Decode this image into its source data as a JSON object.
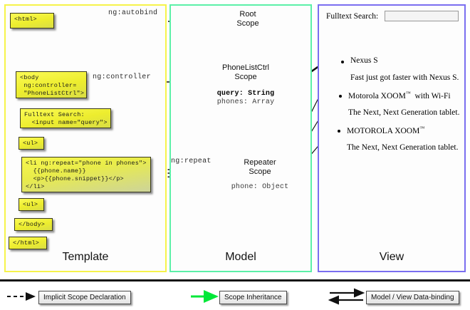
{
  "columns": [
    {
      "key": "template",
      "label": "Template",
      "border_color": "#f6f34a"
    },
    {
      "key": "model",
      "label": "Model",
      "border_color": "#5cf0a8"
    },
    {
      "key": "view",
      "label": "View",
      "border_color": "#7a6ef0"
    }
  ],
  "template": {
    "boxes": [
      {
        "name": "html-open",
        "text": "<html>"
      },
      {
        "name": "body-controller",
        "text": "<body\n ng:controller=\n \"PhoneListCtrl\">"
      },
      {
        "name": "fulltext-search",
        "text": "Fulltext Search:\n  <input name=\"query\">"
      },
      {
        "name": "ul-open",
        "text": "<ul>"
      },
      {
        "name": "li-repeat",
        "text": "<li ng:repeat=\"phone in phones\">\n  {{phone.name}}\n  <p>{{phone.snippet}}</p>\n</li>"
      },
      {
        "name": "ul-close",
        "text": "<ul>"
      },
      {
        "name": "body-close",
        "text": "</body>"
      },
      {
        "name": "html-close",
        "text": "</html>"
      }
    ]
  },
  "edge_labels": {
    "autobind": "ng:autobind",
    "controller": "ng:controller",
    "repeat": "ng:repeat"
  },
  "model": {
    "scopes": [
      {
        "name": "root-scope",
        "title": "Root\nScope",
        "title_line1": "Root",
        "title_line2": "Scope",
        "props": []
      },
      {
        "name": "phonelistctrl-scope",
        "title_line1": "PhoneListCtrl",
        "title_line2": "Scope",
        "props": [
          {
            "text": "query: String",
            "bold": true
          },
          {
            "text": "phones: Array",
            "bold": false
          }
        ]
      },
      {
        "name": "repeater-scope",
        "title_line1": "Repeater",
        "title_line2": "Scope",
        "props": [
          {
            "text": "phone: Object",
            "bold": false
          }
        ]
      }
    ]
  },
  "view": {
    "search_label": "Fulltext Search:",
    "search_value": "",
    "search_placeholder": "",
    "items": [
      {
        "name": "Nexus S",
        "snippet": "Fast just got faster with Nexus S."
      },
      {
        "name": "Motorola XOOM™  with Wi-Fi",
        "snippet": "The Next, Next Generation tablet."
      },
      {
        "name": "MOTOROLA XOOM™",
        "snippet": "The Next, Next Generation tablet."
      }
    ]
  },
  "legend": [
    {
      "name": "implicit-scope-declaration",
      "label": "Implicit Scope Declaration",
      "style": "dashed-black"
    },
    {
      "name": "scope-inheritance",
      "label": "Scope Inheritance",
      "style": "solid-green"
    },
    {
      "name": "model-view-data-binding",
      "label": "Model / View Data-binding",
      "style": "double-black"
    }
  ],
  "colors": {
    "template_border": "#f6f34a",
    "model_border": "#5cf0a8",
    "view_border": "#7a6ef0",
    "scope_green": "#6fe6a0",
    "inheritance_green": "#00e838",
    "code_yellow": "#f0f03a"
  }
}
